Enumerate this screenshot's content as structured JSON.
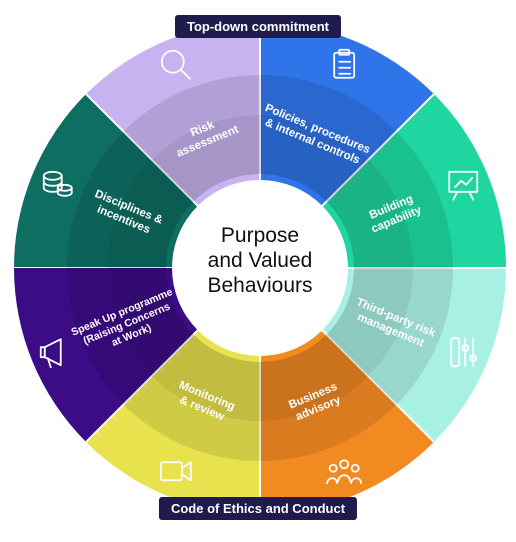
{
  "banners": {
    "top": "Top-down commitment",
    "bottom": "Code of Ethics and Conduct"
  },
  "center": {
    "lines": [
      "Purpose",
      "and Valued",
      "Behaviours"
    ]
  },
  "segments": [
    {
      "id": "disciplines",
      "lines": [
        "Disciplines &",
        "incentives"
      ],
      "icon": "coins-stack-icon",
      "color": "#0e6e62"
    },
    {
      "id": "risk",
      "lines": [
        "Risk",
        "assessment"
      ],
      "icon": "magnifier-icon",
      "color": "#c6b3ef"
    },
    {
      "id": "policies",
      "lines": [
        "Policies, procedures",
        "& internal controls"
      ],
      "icon": "clipboard-icon",
      "color": "#2f74e8"
    },
    {
      "id": "capability",
      "lines": [
        "Building",
        "capability"
      ],
      "icon": "presentation-board-icon",
      "color": "#1fd6a0"
    },
    {
      "id": "third-party",
      "lines": [
        "Third-party risk",
        "management"
      ],
      "icon": "sliders-icon",
      "color": "#a9f0e4"
    },
    {
      "id": "advisory",
      "lines": [
        "Business",
        "advisory"
      ],
      "icon": "people-group-icon",
      "color": "#f28a22"
    },
    {
      "id": "monitoring",
      "lines": [
        "Monitoring",
        "& review"
      ],
      "icon": "video-camera-icon",
      "color": "#e7e24d"
    },
    {
      "id": "speakup",
      "lines": [
        "Speak Up programme",
        "(Raising Concerns",
        "at Work)"
      ],
      "icon": "megaphone-icon",
      "color": "#3c0c86"
    }
  ]
}
